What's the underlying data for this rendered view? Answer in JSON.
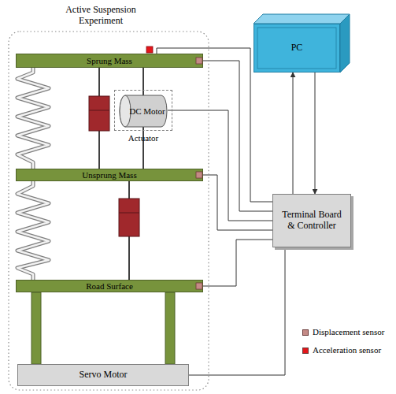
{
  "diagram": {
    "nodes": [
      {
        "text": [
          "Active Suspension Experiment"
        ]
      },
      {
        "text": [
          "Sprung Mass"
        ],
        "in": 0
      },
      {
        "text": [
          "Actuator"
        ],
        "in": 0
      },
      {
        "text": [
          "DC Motor"
        ],
        "in": 2
      },
      {
        "text": [
          "Unsprung Mass"
        ],
        "in": 0
      },
      {
        "text": [
          "Road Surface"
        ],
        "in": 0
      },
      {
        "text": [
          "Servo Motor"
        ],
        "in": 0
      },
      {
        "text": [
          "PC"
        ]
      },
      {
        "text": [
          "Terminal Board & Controller"
        ]
      }
    ],
    "edges": [
      {
        "from": 1,
        "to": 8,
        "arrow": "none"
      },
      {
        "from": 1,
        "to": 8,
        "arrow": "none"
      },
      {
        "from": 3,
        "to": 8,
        "arrow": "none"
      },
      {
        "from": 4,
        "to": 8,
        "arrow": "none"
      },
      {
        "from": 5,
        "to": 8,
        "arrow": "none"
      },
      {
        "from": 8,
        "to": 7,
        "arrow": "to"
      },
      {
        "from": 7,
        "to": 8,
        "arrow": "to"
      },
      {
        "from": 8,
        "to": 6,
        "arrow": "none"
      }
    ],
    "legend": [
      {
        "text": "Displacement sensor",
        "color": "#c48a86"
      },
      {
        "text": "Acceleration sensor",
        "color": "#e3161b"
      }
    ]
  }
}
